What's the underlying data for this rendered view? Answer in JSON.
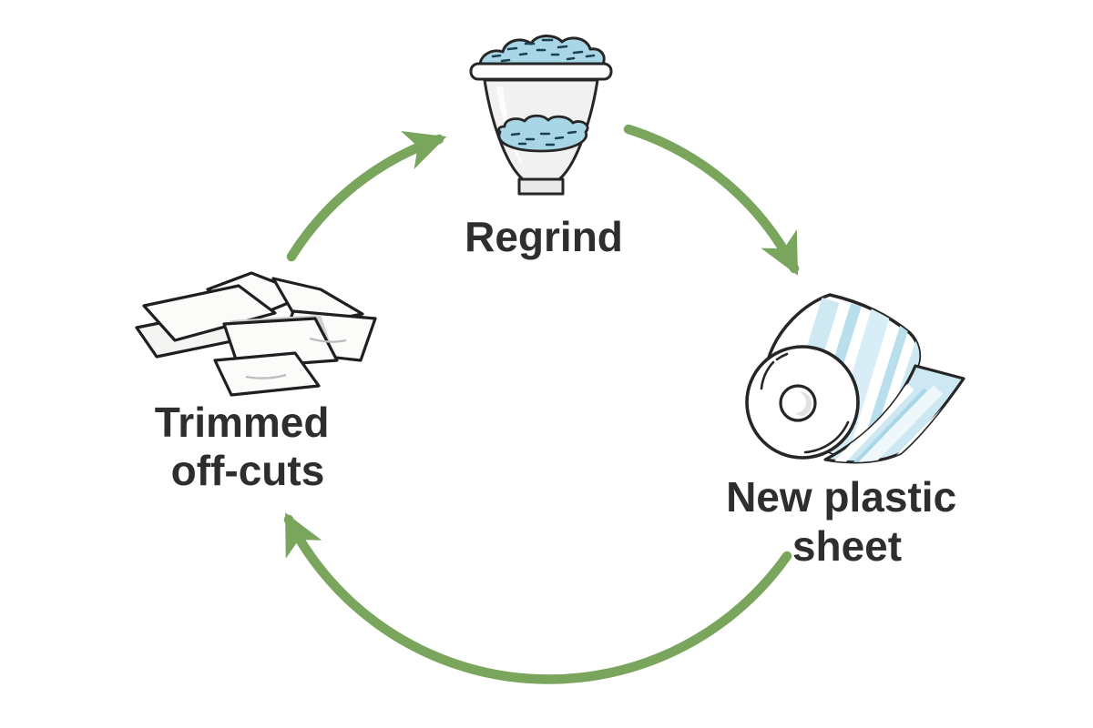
{
  "page": {
    "background_color": "#ffffff"
  },
  "diagram": {
    "type": "cycle",
    "direction": "clockwise",
    "colors": {
      "arrow_green": "#79a55c",
      "outline": "#262626",
      "label_text": "#2e2e2e",
      "regrind_blue": "#a9d6e6",
      "regrind_speck_blue": "#1d3f52",
      "plastic_sheet_blue": "#cde8f2",
      "hopper_body_gray": "#f1f1f1",
      "shadow_gray": "#cfcfcf"
    },
    "nodes": [
      {
        "id": "regrind",
        "label": "Regrind",
        "icon": "hopper-with-regrind",
        "position": "top-center"
      },
      {
        "id": "new-plastic-sheet",
        "label": "New plastic sheet",
        "icon": "plastic-sheet-roll",
        "position": "right"
      },
      {
        "id": "trimmed-off-cuts",
        "label": "Trimmed off-cuts",
        "icon": "pile-of-offcut-sheets",
        "position": "left"
      }
    ],
    "arrows": [
      {
        "from": "trimmed-off-cuts",
        "to": "regrind"
      },
      {
        "from": "regrind",
        "to": "new-plastic-sheet"
      },
      {
        "from": "new-plastic-sheet",
        "to": "trimmed-off-cuts"
      }
    ]
  },
  "labels": {
    "regrind": "Regrind",
    "trimmed_line1": "Trimmed",
    "trimmed_line2": "off-cuts",
    "sheet_line1": "New plastic",
    "sheet_line2": "sheet"
  }
}
